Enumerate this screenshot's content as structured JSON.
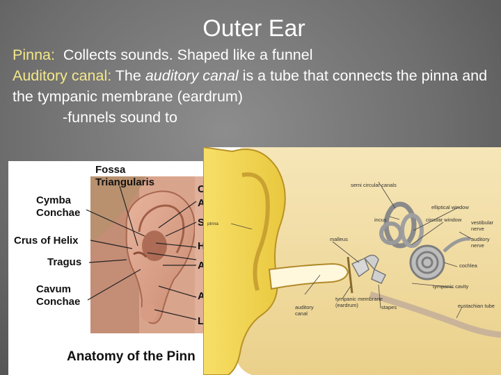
{
  "slide": {
    "title": "Outer Ear",
    "pinna_term": "Pinna:",
    "pinna_desc": "  Collects sounds. Shaped like a funnel",
    "canal_term": "Auditory canal:",
    "canal_desc_1": " The ",
    "canal_desc_em": "auditory canal",
    "canal_desc_2": " is a tube that connects the pinna and the tympanic membrane (eardrum)",
    "bullet": "-funnels sound to"
  },
  "pinna_figure": {
    "labels": {
      "fossa": "Fossa\nTriangularis",
      "cymba": "Cymba\nConchae",
      "crus": "Crus of Helix",
      "tragus": "Tragus",
      "cavum": "Cavum\nConchae"
    },
    "caption": "Anatomy of the Pinn",
    "partial_letters": [
      "C",
      "A",
      "S",
      "H",
      "A",
      "A",
      "L"
    ]
  },
  "ear_figure": {
    "labels": {
      "semicircular": "semi circular canals",
      "elliptical": "elliptical window",
      "incus": "incus",
      "circular": "circular window",
      "vestibular": "vestibular\nnerve",
      "malleus": "malleus",
      "auditory_nerve": "auditory\nnerve",
      "cochlea": "cochlea",
      "pinna": "pinna",
      "tympanic_cavity": "tympanic cavity",
      "auditory_canal": "auditory\ncanal",
      "tympanic_membrane": "tympanic membrane\n(eardrum)",
      "stapes": "stapes",
      "eustachian": "eustachian tube"
    }
  }
}
